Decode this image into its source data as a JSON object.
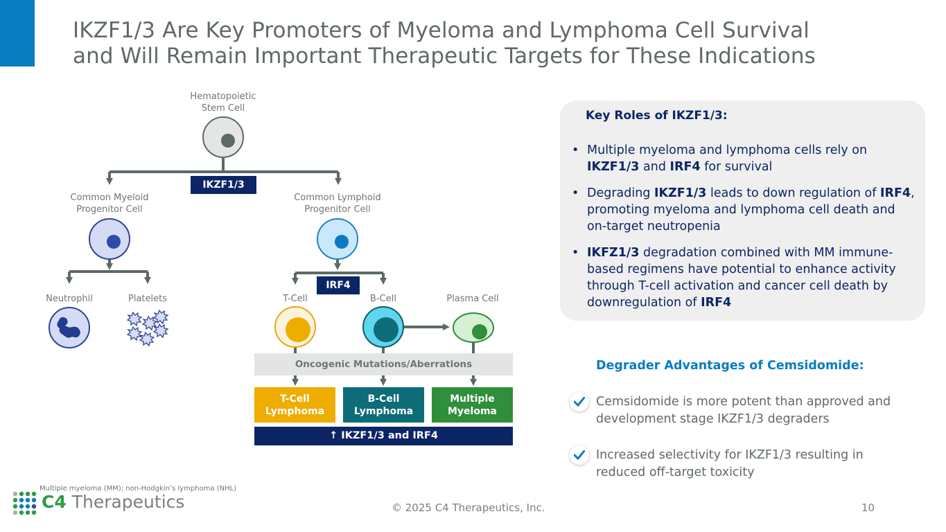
{
  "slide": {
    "title_line1": "IKZF1/3 Are Key Promoters of Myeloma and Lymphoma Cell Survival",
    "title_line2": "and Will Remain Important Therapeutic Targets for These Indications",
    "accent_color": "#0a7cc1",
    "navy_color": "#0c2665"
  },
  "diagram": {
    "hsc_label_line1": "Hematopoietic",
    "hsc_label_line2": "Stem Cell",
    "ikzf_tag": "IKZF1/3",
    "cmp_label_line1": "Common Myeloid",
    "cmp_label_line2": "Progenitor Cell",
    "clp_label_line1": "Common Lymphoid",
    "clp_label_line2": "Progenitor Cell",
    "irf4_tag": "IRF4",
    "neutrophil_label": "Neutrophil",
    "platelets_label": "Platelets",
    "tcell_label": "T-Cell",
    "bcell_label": "B-Cell",
    "plasma_label": "Plasma Cell",
    "oncogenic_label": "Oncogenic Mutations/Aberrations",
    "diseases": [
      {
        "line1": "T-Cell",
        "line2": "Lymphoma",
        "color": "#efad00"
      },
      {
        "line1": "B-Cell",
        "line2": "Lymphoma",
        "color": "#0e6b78"
      },
      {
        "line1": "Multiple",
        "line2": "Myeloma",
        "color": "#2f8f3a"
      }
    ],
    "increase_label": "↑ IKZF1/3 and IRF4"
  },
  "key_roles": {
    "title": "Key Roles of IKZF1/3:",
    "bullets": [
      {
        "parts": [
          {
            "t": "Multiple myeloma and lymphoma cells rely on ",
            "b": false
          },
          {
            "t": "IKZF1/3",
            "b": true
          },
          {
            "t": " and ",
            "b": false
          },
          {
            "t": "IRF4",
            "b": true
          },
          {
            "t": " for survival",
            "b": false
          }
        ]
      },
      {
        "parts": [
          {
            "t": "Degrading ",
            "b": false
          },
          {
            "t": "IKZF1/3",
            "b": true
          },
          {
            "t": " leads to down regulation of ",
            "b": false
          },
          {
            "t": "IRF4",
            "b": true
          },
          {
            "t": ", promoting myeloma and lymphoma cell death and on-target neutropenia",
            "b": false
          }
        ]
      },
      {
        "parts": [
          {
            "t": "IKFZ1/3",
            "b": true
          },
          {
            "t": " degradation combined with MM immune-based regimens have potential to enhance activity through T-cell activation and cancer cell death by downregulation of ",
            "b": false
          },
          {
            "t": "IRF4",
            "b": true
          }
        ]
      }
    ]
  },
  "advantages": {
    "title": "Degrader Advantages of Cemsidomide:",
    "items": [
      "Cemsidomide is more potent than approved and development stage IKZF1/3 degraders",
      "Increased selectivity for IKZF1/3 resulting in reduced off-target toxicity"
    ]
  },
  "footer": {
    "footnote": "Multiple myeloma (MM); non-Hodgkin’s lymphoma (NHL)",
    "logo_bold": "C4",
    "logo_rest": " Therapeutics",
    "copyright": "© 2025 C4 Therapeutics, Inc.",
    "page_number": "10"
  }
}
